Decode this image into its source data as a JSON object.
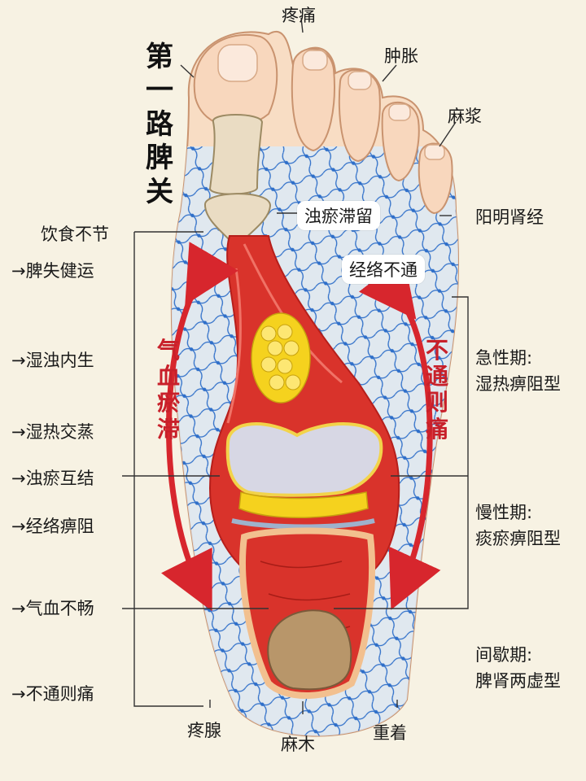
{
  "title": [
    "第",
    "一",
    "路",
    "脾",
    "关"
  ],
  "top_labels": {
    "pain": "疼痛",
    "swelling": "肿胀",
    "numb_prick": "麻浆",
    "meridian": "阳明肾经"
  },
  "inner_labels": {
    "stasis": "浊瘀滞留",
    "blocked": "经络不通"
  },
  "left_chain": {
    "start": "饮食不节",
    "steps": [
      "→脾失健运",
      "→湿浊内生",
      "→湿热交蒸",
      "→浊瘀互结",
      "→经络痹阻",
      "→气血不畅",
      "→不通则痛"
    ]
  },
  "vertical_left": [
    "气",
    "血",
    "瘀",
    "滞"
  ],
  "vertical_right": [
    "不",
    "通",
    "则",
    "痛"
  ],
  "stages": [
    {
      "name": "急性期:",
      "type": "湿热痹阻型"
    },
    {
      "name": "慢性期:",
      "type": "痰瘀痹阻型"
    },
    {
      "name": "间歇期:",
      "type": "脾肾两虚型"
    }
  ],
  "bottom_labels": {
    "sore": "疼腺",
    "numb": "麻木",
    "heavy": "重着"
  },
  "colors": {
    "background": "#f7f2e3",
    "skin": "#f8ddc4",
    "net_fill": "#dceaf7",
    "net_line": "#2f6fc9",
    "muscle": "#d9332b",
    "bone": "#eadcc3",
    "uric_crystal": "#f5d21e",
    "cartilage": "#d7d7e4",
    "tophus": "#b8966a",
    "arrow": "#d7262d"
  }
}
